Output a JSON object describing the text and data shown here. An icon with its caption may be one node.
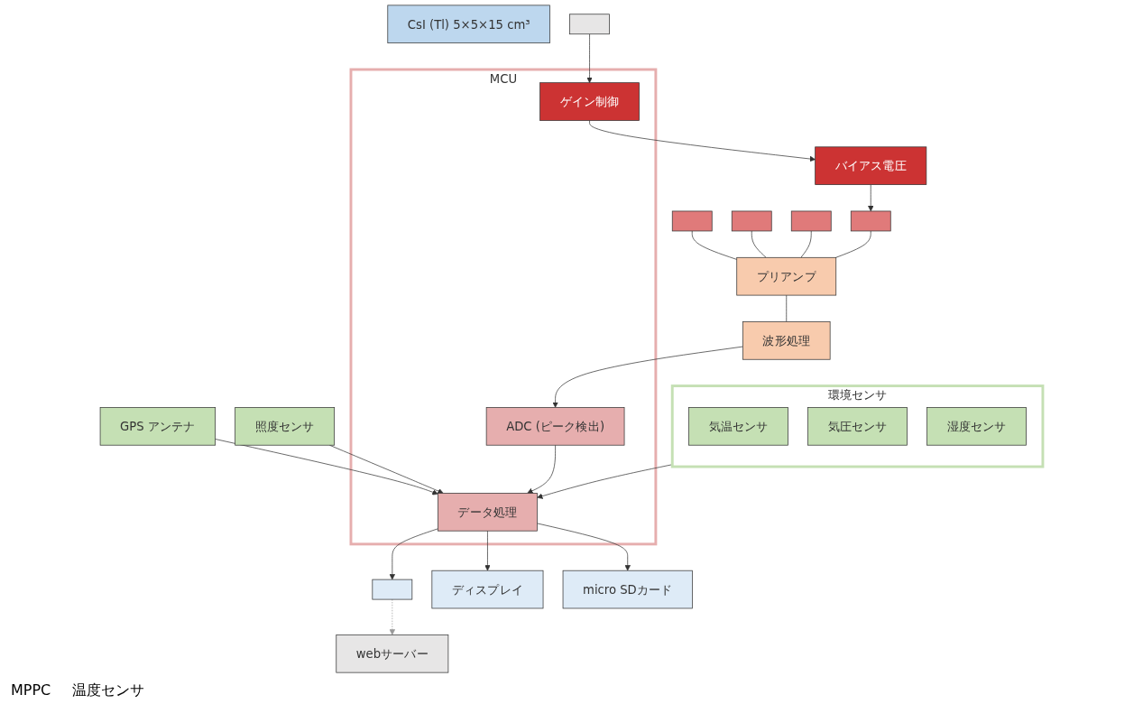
{
  "diagram": {
    "nodes": [
      {
        "text": [
          "CsI (Tl) 5×5×15 cm³"
        ]
      },
      {
        "text": [],
        "shape": "box"
      },
      {
        "text": [],
        "shape": "box"
      },
      {
        "text": [],
        "shape": "box"
      },
      {
        "text": [],
        "shape": "box"
      },
      {
        "text": [
          "プリアンプ"
        ]
      },
      {
        "text": [
          "波形処理"
        ]
      },
      {
        "text": [
          "webサーバー"
        ]
      },
      {
        "text": [],
        "shape": "box"
      },
      {
        "text": [
          "バイアス電圧"
        ]
      },
      {
        "text": [
          "MCU"
        ]
      },
      {
        "text": [
          "ゲイン制御"
        ],
        "in": 10
      },
      {
        "text": [
          "ADC (ピーク検出)"
        ],
        "in": 10
      },
      {
        "text": [
          "GPS アンテナ"
        ]
      },
      {
        "text": [
          "環境センサ"
        ]
      },
      {
        "text": [
          "気温センサ"
        ],
        "in": 14
      },
      {
        "text": [
          "気圧センサ"
        ],
        "in": 14
      },
      {
        "text": [
          "湿度センサ"
        ],
        "in": 14
      },
      {
        "text": [
          "データ処理"
        ],
        "in": 10
      },
      {
        "text": [],
        "shape": "box"
      },
      {
        "text": [
          "ディスプレイ"
        ]
      },
      {
        "text": [
          "micro SDカード"
        ]
      },
      {
        "text": [
          "照度センサ"
        ]
      }
    ],
    "edges": [
      {
        "from": 1,
        "to": 5,
        "arrow": "none"
      },
      {
        "from": 2,
        "to": 5,
        "arrow": "none"
      },
      {
        "from": 3,
        "to": 5,
        "arrow": "none"
      },
      {
        "from": 4,
        "to": 5,
        "arrow": "none"
      },
      {
        "from": 5,
        "to": 6,
        "arrow": "none"
      },
      {
        "from": 6,
        "to": 12,
        "arrow": "to"
      },
      {
        "from": 8,
        "to": 11,
        "arrow": "to"
      },
      {
        "from": 11,
        "to": 9,
        "arrow": "to"
      },
      {
        "from": 9,
        "to": 4,
        "arrow": "to"
      },
      {
        "from": 13,
        "to": 18,
        "arrow": "to"
      },
      {
        "from": 14,
        "to": 18,
        "arrow": "to"
      },
      {
        "from": 22,
        "to": 18,
        "arrow": "to"
      },
      {
        "from": 12,
        "to": 18,
        "arrow": "to"
      },
      {
        "from": 18,
        "to": 19,
        "arrow": "to"
      },
      {
        "from": 18,
        "to": 20,
        "arrow": "to"
      },
      {
        "from": 18,
        "to": 21,
        "arrow": "to"
      },
      {
        "from": 19,
        "to": 7,
        "arrow": "to",
        "style": "dashed",
        "color": "#999999"
      }
    ],
    "labels": [
      "MPPC",
      "温度センサ"
    ]
  }
}
